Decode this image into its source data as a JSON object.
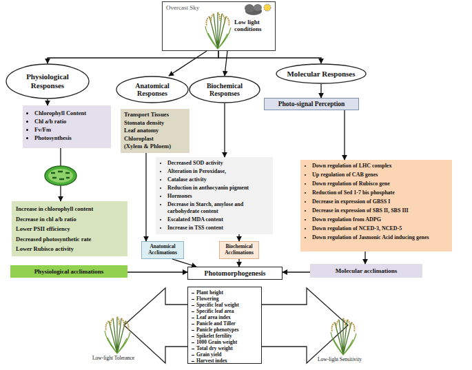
{
  "diagram": {
    "nodes": [
      {
        "text": [
          "Overcast Sky",
          "Low light conditions"
        ]
      },
      {
        "text": [
          "Physiological Responses"
        ]
      },
      {
        "text": [
          "Anatomical Responses"
        ]
      },
      {
        "text": [
          "Biochemical Responses"
        ]
      },
      {
        "text": [
          "Molecular Responses"
        ]
      },
      {
        "text": [
          "Photo-signal Perception"
        ]
      },
      {
        "text": [
          "Chlorophyll Content",
          "Chl a/b ratio",
          "Fv/Fm",
          "Photosynthesis"
        ]
      },
      {
        "text": [
          "Transport Tissues",
          "Stomata density",
          "Leaf anatomy",
          "Chloroplast",
          "(Xylem & Phloem)"
        ]
      },
      {
        "text": [
          "Decreased SOD activity",
          "Alteration in Peroxidase,",
          "Catalase activity",
          "Reduction in anthocyanin pigment",
          "Hormones",
          "Decrease in Starch, amylose and carbohydrate content",
          "Escalated MDA content",
          "Increase in TSS content"
        ]
      },
      {
        "text": [
          "Down regulation of LHC complex",
          "Up regulation of CAB genes",
          "Down regulation of Rubisco gene",
          "Reduction of Sed 1-7 bis phosphate",
          "Decrease in expression of GBSS I",
          "Decrease in expression of SBS II, SBS III",
          "Down regulation from ADPG",
          "Down regulation of NCED-3, NCED-5",
          "Down regulation of Jasmonic Acid inducing genes"
        ]
      },
      {
        "text": [
          "Increase in chlorophyll content",
          "Decrease in chl a/b ratio",
          "Lower PSII efficiency",
          "Decreased photosynthetic rate",
          "Lower Rubisco activity"
        ]
      },
      {
        "text": [
          "Anatomical Acclimations"
        ]
      },
      {
        "text": [
          "Biochemical Acclimations"
        ]
      },
      {
        "text": [
          "Physiological acclimations"
        ]
      },
      {
        "text": [
          "Photomorphogenesis"
        ]
      },
      {
        "text": [
          "Molecular acclimations"
        ]
      },
      {
        "text": [
          "Plant height",
          "Flowering",
          "Specific leaf weight",
          "Specific leaf area",
          "Leaf area index",
          "Panicle and Tiller",
          "Panicle phenotypes",
          "Spikelet fertility",
          "1000 Grain weight",
          "Total dry weight",
          "Grain yield",
          "Harvest index"
        ]
      }
    ],
    "edges": [
      {
        "from": 0,
        "to": 1,
        "arrow": "to"
      },
      {
        "from": 0,
        "to": 2,
        "arrow": "to"
      },
      {
        "from": 0,
        "to": 3,
        "arrow": "to"
      },
      {
        "from": 0,
        "to": 4,
        "arrow": "to"
      },
      {
        "from": 1,
        "to": 6,
        "arrow": "to"
      },
      {
        "from": 6,
        "to": 10,
        "arrow": "to"
      },
      {
        "from": 13,
        "to": 14,
        "arrow": "to"
      },
      {
        "from": 7,
        "to": 11,
        "arrow": "to"
      },
      {
        "from": 11,
        "to": 14,
        "arrow": "to"
      },
      {
        "from": 3,
        "to": 8,
        "arrow": "to"
      },
      {
        "from": 8,
        "to": 12,
        "arrow": "to"
      },
      {
        "from": 12,
        "to": 14,
        "arrow": "to"
      },
      {
        "from": 4,
        "to": 5,
        "arrow": "to"
      },
      {
        "from": 5,
        "to": 9,
        "arrow": "to"
      },
      {
        "from": 9,
        "to": 15,
        "arrow": "to"
      },
      {
        "from": 15,
        "to": 14,
        "arrow": "to"
      }
    ],
    "labels": [
      "Low-light Tolerance",
      "Low-light Sensitivity"
    ]
  }
}
